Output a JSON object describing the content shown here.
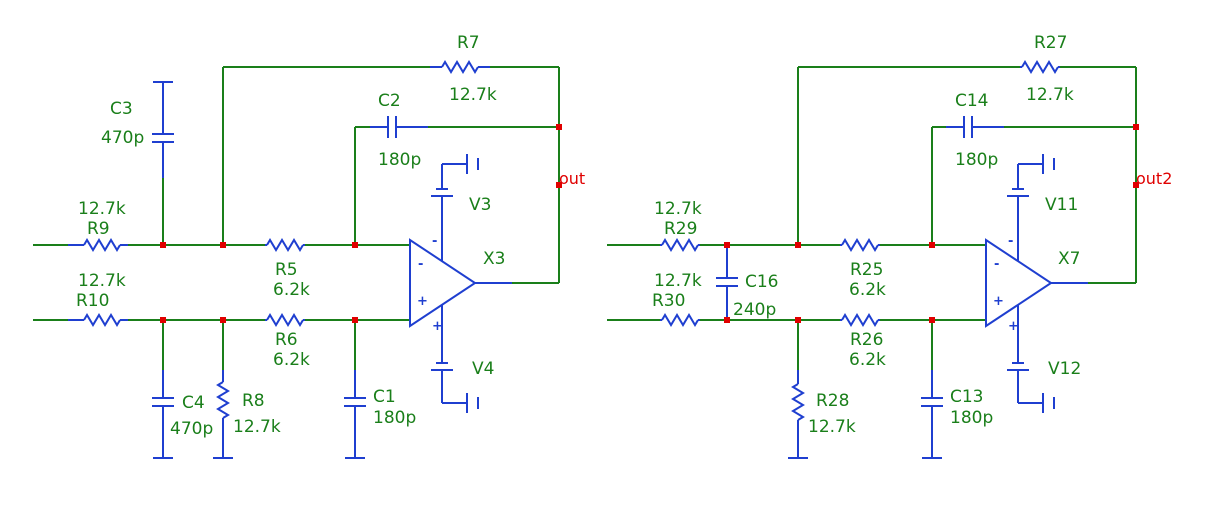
{
  "circuits": [
    {
      "opamp": "X3",
      "supply_top": "V3",
      "supply_bottom": "V4",
      "output_net": "out",
      "r_in_top": {
        "name": "R9",
        "value": "12.7k"
      },
      "r_in_bottom": {
        "name": "R10",
        "value": "12.7k"
      },
      "r_mid_top": {
        "name": "R5",
        "value": "6.2k"
      },
      "r_mid_bottom": {
        "name": "R6",
        "value": "6.2k"
      },
      "r_feedback": {
        "name": "R7",
        "value": "12.7k"
      },
      "c_feedback": {
        "name": "C2",
        "value": "180p"
      },
      "c_top_gnd": {
        "name": "C3",
        "value": "470p"
      },
      "c_bottom_gnd": {
        "name": "C4",
        "value": "470p"
      },
      "r_gnd": {
        "name": "R8",
        "value": "12.7k"
      },
      "c_plus_gnd": {
        "name": "C1",
        "value": "180p"
      }
    },
    {
      "opamp": "X7",
      "supply_top": "V11",
      "supply_bottom": "V12",
      "output_net": "out2",
      "r_in_top": {
        "name": "R29",
        "value": "12.7k"
      },
      "r_in_bottom": {
        "name": "R30",
        "value": "12.7k"
      },
      "r_mid_top": {
        "name": "R25",
        "value": "6.2k"
      },
      "r_mid_bottom": {
        "name": "R26",
        "value": "6.2k"
      },
      "r_feedback": {
        "name": "R27",
        "value": "12.7k"
      },
      "c_feedback": {
        "name": "C14",
        "value": "180p"
      },
      "c_bridge": {
        "name": "C16",
        "value": "240p"
      },
      "r_gnd": {
        "name": "R28",
        "value": "12.7k"
      },
      "c_plus_gnd": {
        "name": "C13",
        "value": "180p"
      }
    }
  ],
  "opamp_signs": {
    "minus": "-",
    "plus": "+"
  }
}
